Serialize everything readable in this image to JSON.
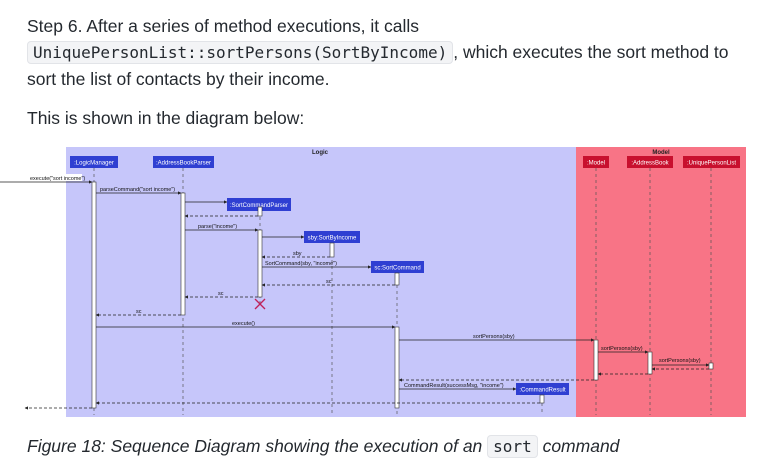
{
  "step_paragraph": {
    "prefix": "Step 6. After a series of method executions, it calls",
    "code": "UniquePersonList::sortPersons(SortByIncome)",
    "suffix": ", which executes the sort method to sort the list of contacts by their income."
  },
  "shown_text": "This is shown in the diagram below:",
  "diagram": {
    "logic_frame_title": "Logic",
    "model_frame_title": "Model",
    "participants": {
      "logic_manager": ":LogicManager",
      "address_book_parser": ":AddressBookParser",
      "sort_command_parser": ":SortCommandParser",
      "sort_by_income": "sby:SortByIncome",
      "sort_command": "sc:SortCommand",
      "command_result": ":CommandResult",
      "model": ":Model",
      "address_book": ":AddressBook",
      "unique_person_list": ":UniquePersonList"
    },
    "messages": {
      "execute_sort_income": "execute(\"sort income\")",
      "parse_command": "parseCommand(\"sort income\")",
      "parse_income": "parse(\"income\")",
      "return_sby": "sby",
      "sort_command_ctor": "SortCommand(sby, \"income\")",
      "return_sc_1": "sc",
      "return_sc_2": "sc",
      "return_sc_3": "sc",
      "execute": "execute()",
      "sort_persons_1": "sortPersons(sby)",
      "sort_persons_2": "sortPersons(sby)",
      "sort_persons_3": "sortPersons(sby)",
      "command_result_ctor": "CommandResult(successMsg, \"income\")"
    },
    "colors": {
      "logic_frame": "#c6c6fa",
      "model_frame": "#f87486",
      "participant_box": "#2f3fd2",
      "model_participant_box": "#c8102e",
      "destroy_marker": "#c0205a"
    }
  },
  "caption": {
    "prefix": "Figure 18: Sequence Diagram showing the execution of an",
    "code": "sort",
    "suffix": "command"
  }
}
